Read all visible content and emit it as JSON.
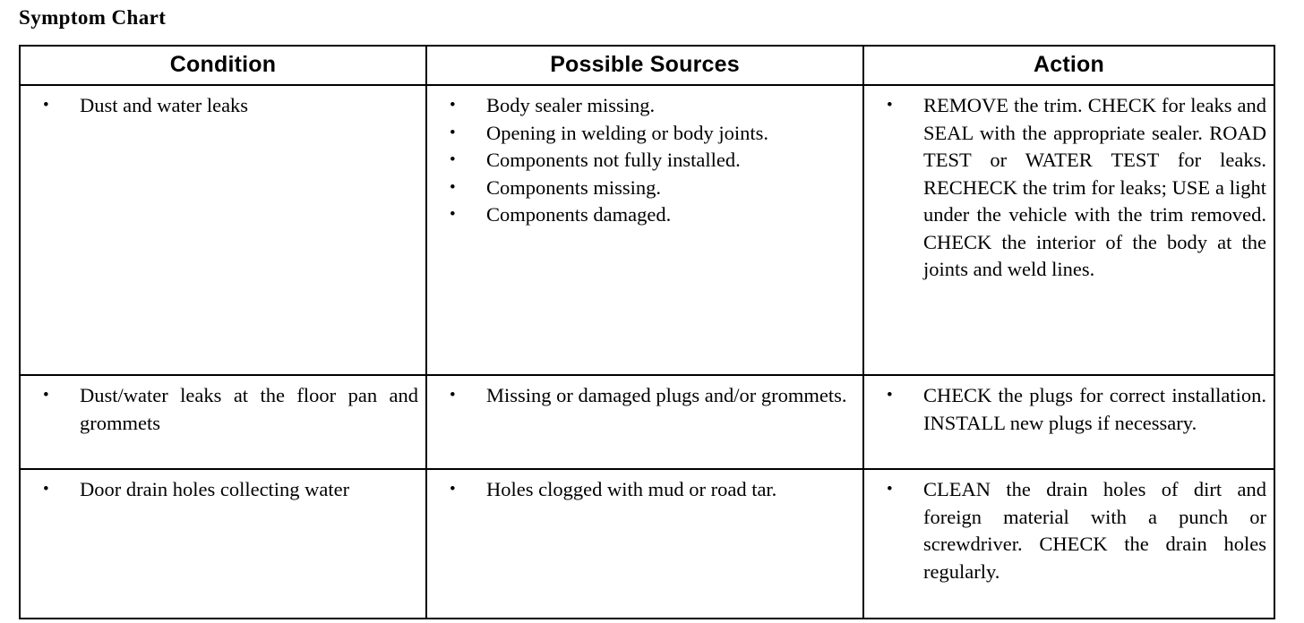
{
  "document": {
    "title": "Symptom Chart"
  },
  "table": {
    "headers": [
      "Condition",
      "Possible Sources",
      "Action"
    ],
    "rows": [
      {
        "condition": [
          "Dust and water leaks"
        ],
        "sources": [
          "Body sealer missing.",
          "Opening in welding or body joints.",
          "Components not fully installed.",
          "Components missing.",
          "Components damaged."
        ],
        "action": [
          "REMOVE the trim. CHECK for leaks and SEAL with the appropriate sealer. ROAD TEST or WATER TEST for leaks. RECHECK the trim for leaks; USE a light under the vehicle with the trim removed. CHECK the interior of the body at the joints and weld  lines."
        ]
      },
      {
        "condition": [
          "Dust/water leaks at the floor pan and grommets"
        ],
        "sources": [
          "Missing or damaged plugs and/or grommets."
        ],
        "action": [
          "CHECK the plugs for correct installation. INSTALL new plugs if necessary."
        ]
      },
      {
        "condition": [
          "Door drain holes collecting water"
        ],
        "sources": [
          "Holes clogged with mud or road tar."
        ],
        "action": [
          "CLEAN the drain holes of dirt and foreign material with a punch or screwdriver. CHECK the drain holes regularly."
        ]
      }
    ]
  },
  "colors": {
    "ink": "#000000",
    "paper": "#ffffff"
  }
}
